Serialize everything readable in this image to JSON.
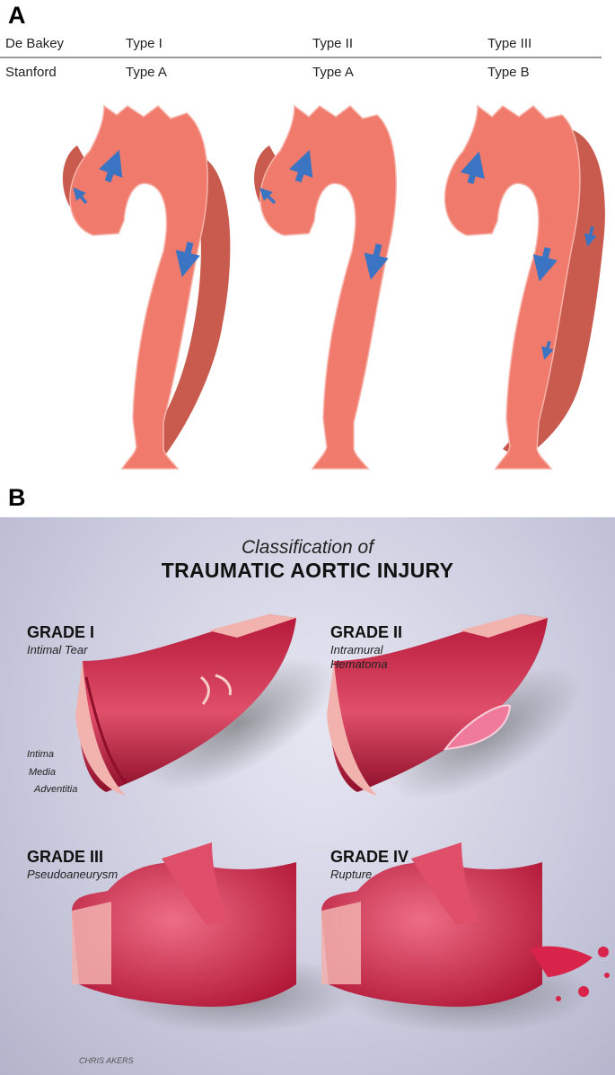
{
  "panel_a": {
    "letter": "A",
    "rows": [
      {
        "label": "De Bakey",
        "types": [
          "Type I",
          "Type II",
          "Type III"
        ]
      },
      {
        "label": "Stanford",
        "types": [
          "Type A",
          "Type A",
          "Type B"
        ]
      }
    ],
    "colors": {
      "lumen": "#f07a6c",
      "false_lumen": "#c85a4e",
      "arrow": "#3a74c2"
    }
  },
  "panel_b": {
    "letter": "B",
    "title_sub": "Classification of",
    "title_main": "TRAUMATIC AORTIC INJURY",
    "grades": [
      {
        "title": "GRADE I",
        "subtitle": "Intimal Tear"
      },
      {
        "title": "GRADE II",
        "subtitle_lines": [
          "Intramural",
          "Hematoma"
        ]
      },
      {
        "title": "GRADE III",
        "subtitle": "Pseudoaneurysm"
      },
      {
        "title": "GRADE IV",
        "subtitle": "Rupture"
      }
    ],
    "layers": [
      "Intima",
      "Media",
      "Adventitia"
    ],
    "signature": "CHRIS AKERS",
    "colors": {
      "background": "#cdcde0",
      "vessel": "#c8223e",
      "wall": "#f2b2ae",
      "blood": "#d8244a"
    }
  }
}
